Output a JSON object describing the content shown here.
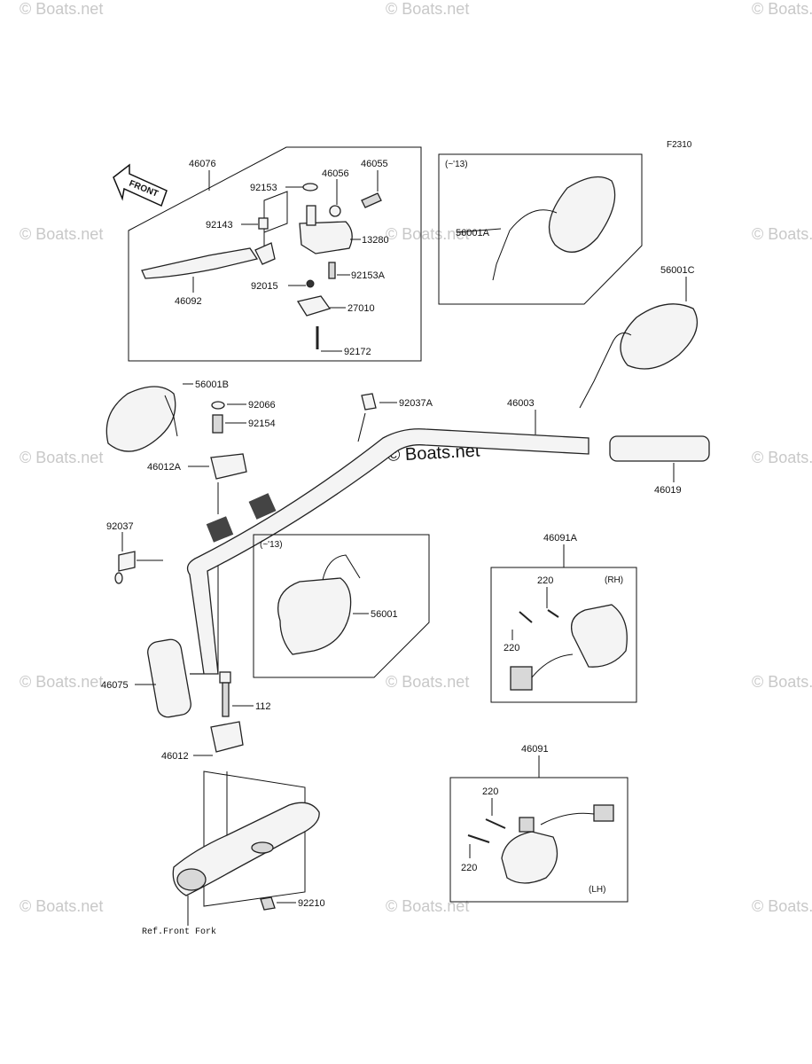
{
  "figure_code": "F2310",
  "watermark": "© Boats.net",
  "front_arrow_label": "FRONT",
  "parts": {
    "p46076": "46076",
    "p46055": "46055",
    "p46056": "46056",
    "p92153": "92153",
    "p92143": "92143",
    "p13280": "13280",
    "p92153A": "92153A",
    "p92015": "92015",
    "p27010": "27010",
    "p46092": "46092",
    "p92172": "92172",
    "p56001A": "56001A",
    "p56001C": "56001C",
    "p56001B": "56001B",
    "p92066": "92066",
    "p92154": "92154",
    "p92037A": "92037A",
    "p46003": "46003",
    "p46012A": "46012A",
    "p46019": "46019",
    "p92037": "92037",
    "p56001": "56001",
    "p46091A": "46091A",
    "p220a": "220",
    "p220b": "220",
    "p220c": "220",
    "p220d": "220",
    "p46075": "46075",
    "p112": "112",
    "p46012": "46012",
    "p46091": "46091",
    "p92210": "92210",
    "ref_front_fork": "Ref.Front Fork"
  },
  "notes": {
    "upto13_a": "(~'13)",
    "upto13_b": "(~'13)",
    "rh": "(RH)",
    "lh": "(LH)"
  }
}
